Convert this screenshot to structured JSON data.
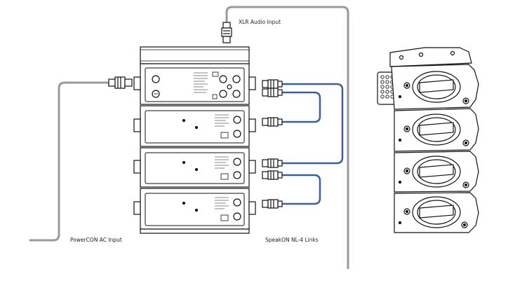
{
  "labels": {
    "xlr_audio_input": "XLR Audio Input",
    "powercon_ac_input": "PowerCON AC Input",
    "speakon_nl4_links": "SpeakON NL-4 Links"
  },
  "colors": {
    "speakon_cable": "#3a5fa8",
    "ac_cable": "#9a9a9a",
    "audio_cable": "#9a9a9a",
    "outline": "#111111"
  },
  "rack": {
    "module_count": 4
  },
  "array": {
    "cabinet_count": 4
  }
}
